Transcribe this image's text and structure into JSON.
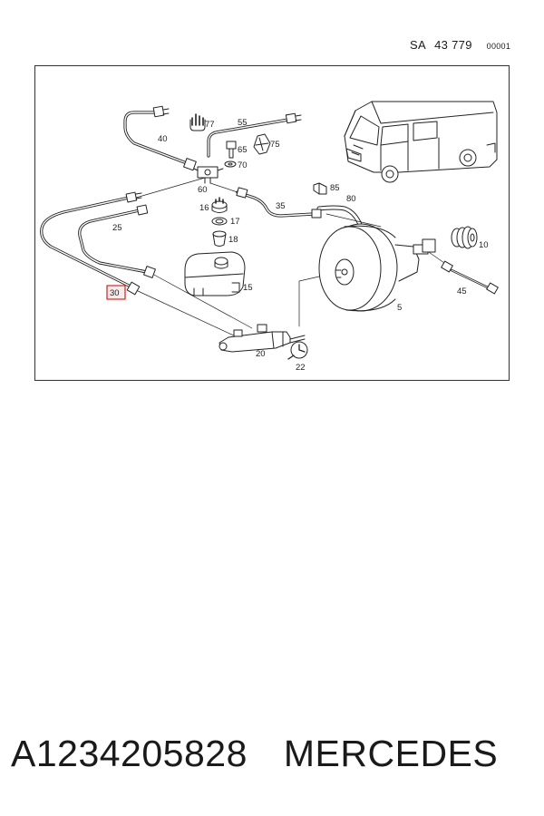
{
  "header": {
    "prefix": "SA",
    "number": "43 779",
    "code": "00001"
  },
  "labels": {
    "l77": "77",
    "l55": "55",
    "l40": "40",
    "l65": "65",
    "l75": "75",
    "l70": "70",
    "l60": "60",
    "l85": "85",
    "l80": "80",
    "l35": "35",
    "l16": "16",
    "l17": "17",
    "l18": "18",
    "l25": "25",
    "l15": "15",
    "l10": "10",
    "l45": "45",
    "l5": "5",
    "l30": "30",
    "l20": "20",
    "l22": "22"
  },
  "highlight": {
    "color": "#d03030"
  },
  "footer": {
    "part_number": "A1234205828",
    "brand": "MERCEDES"
  }
}
